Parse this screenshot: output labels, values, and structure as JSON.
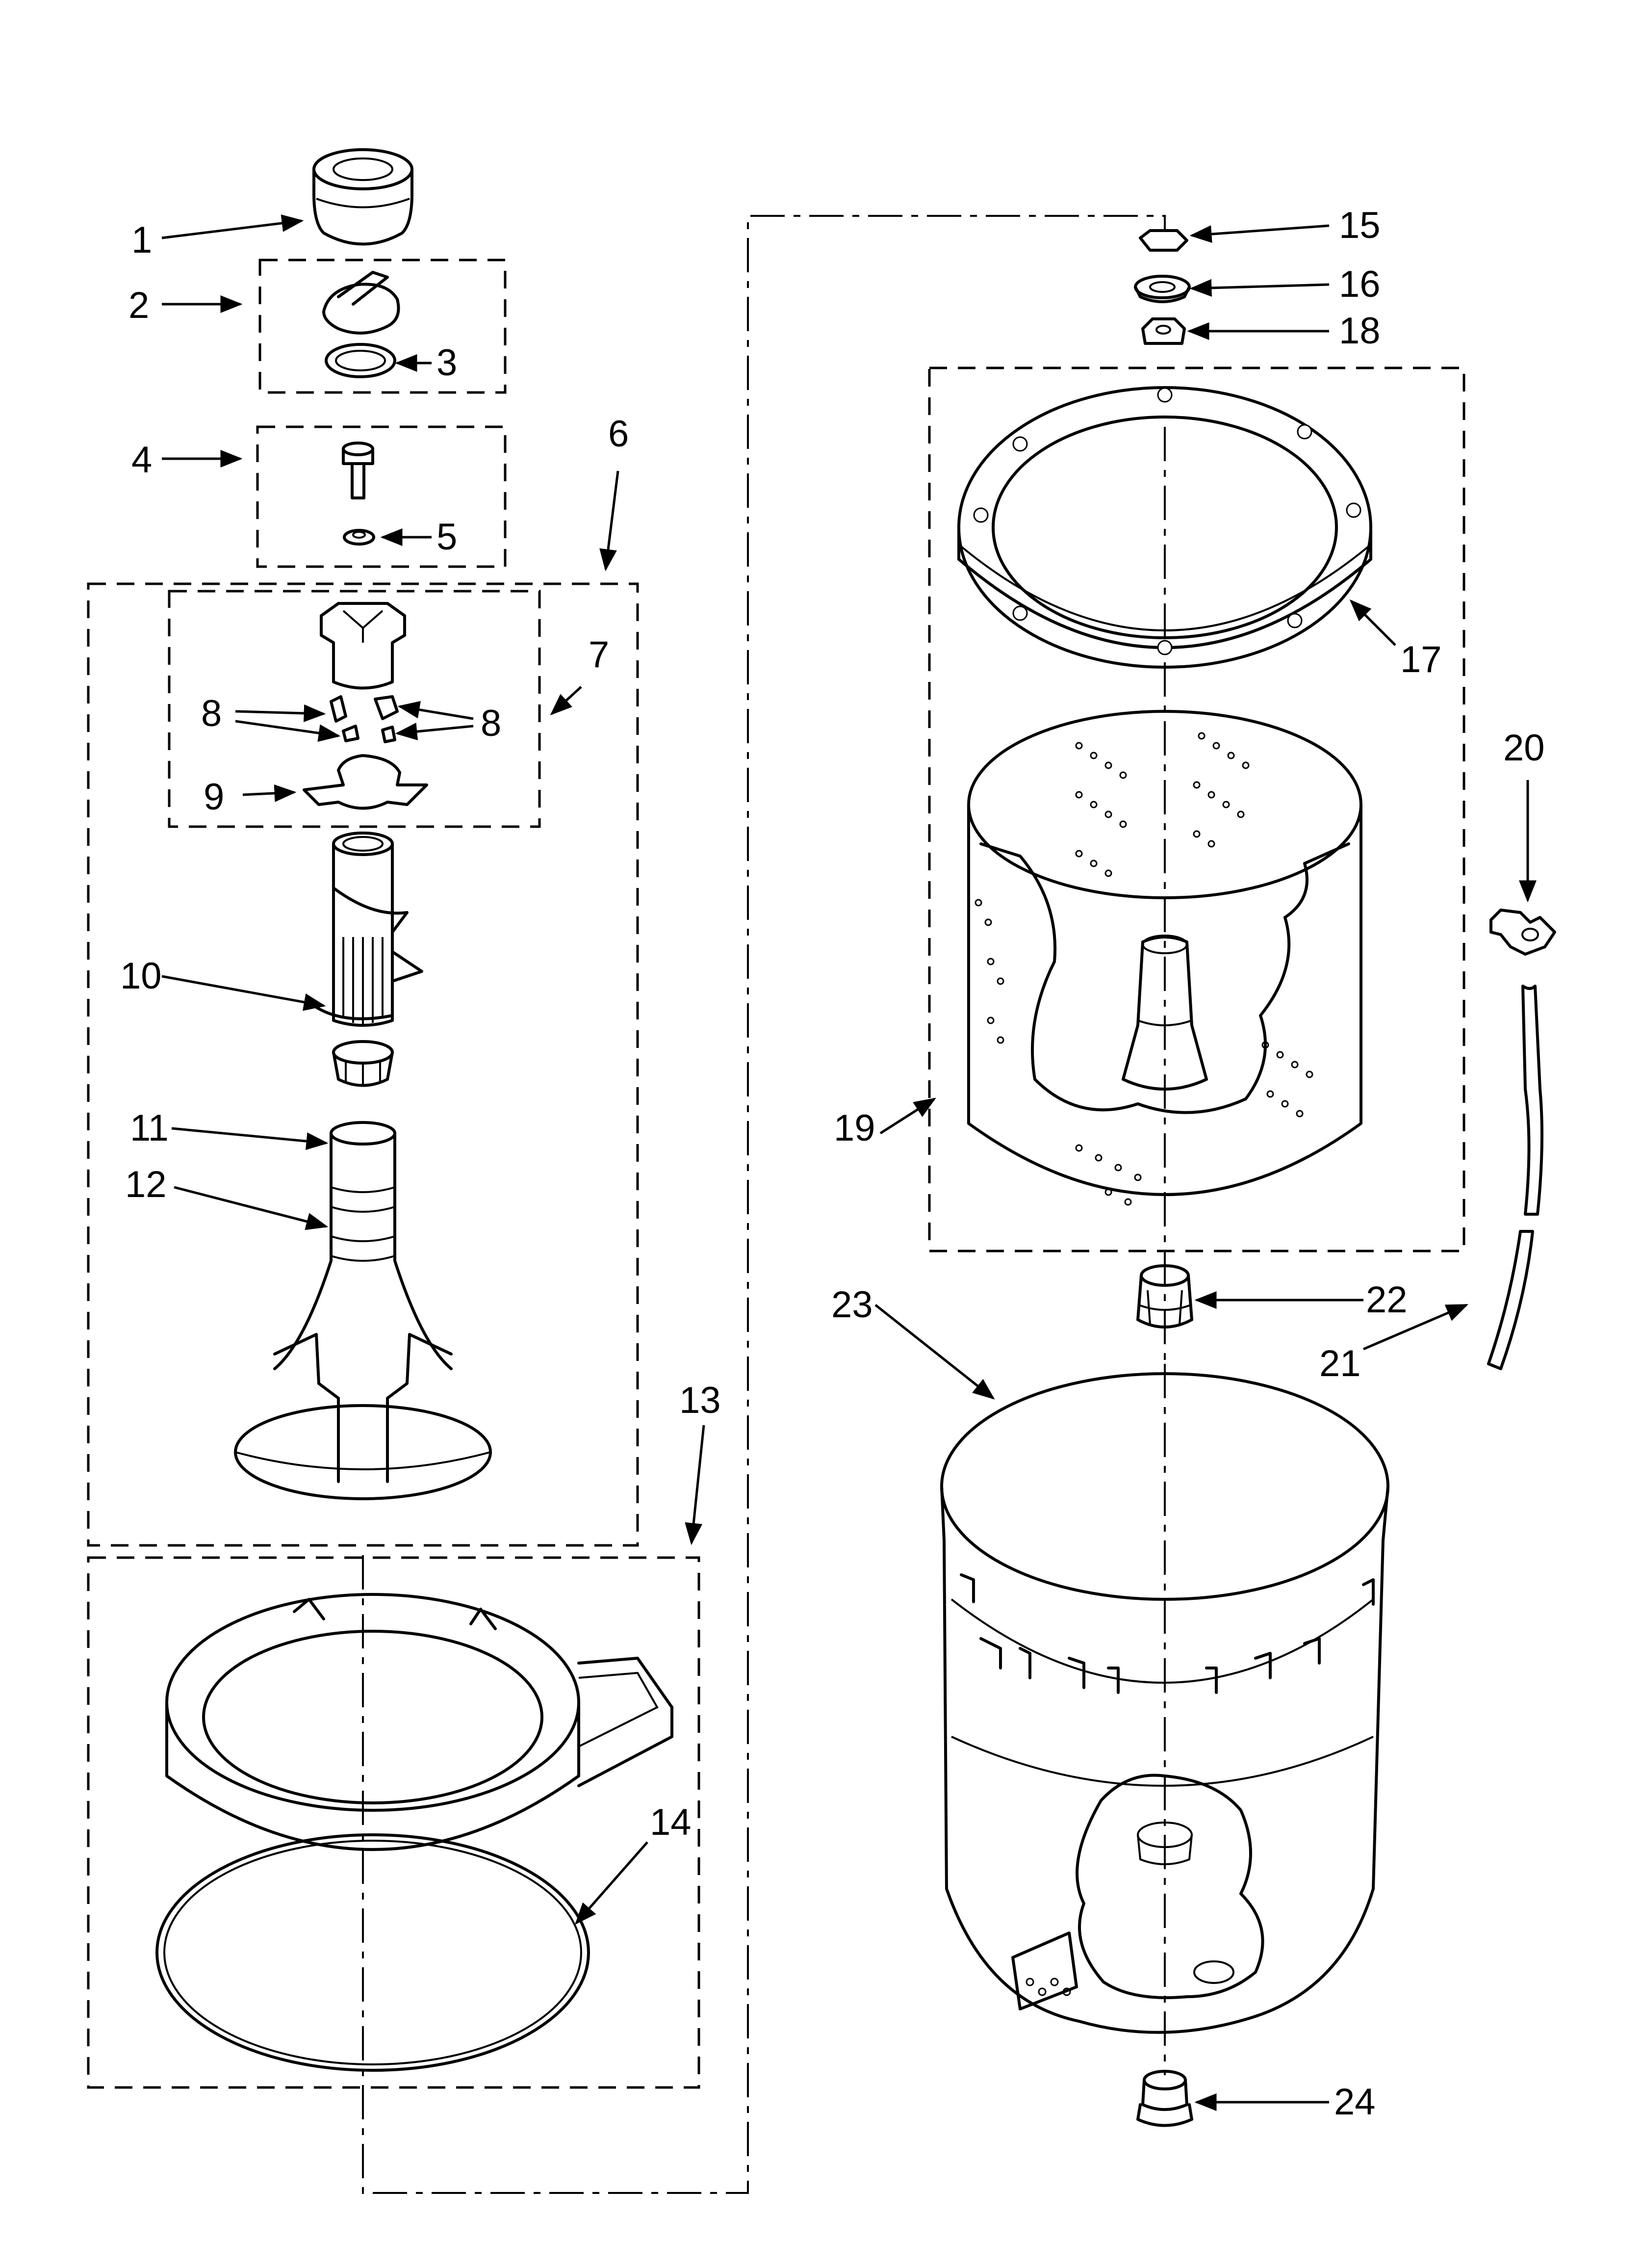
{
  "diagram": {
    "callouts": [
      {
        "id": "c1",
        "text": "1"
      },
      {
        "id": "c2",
        "text": "2"
      },
      {
        "id": "c3",
        "text": "3"
      },
      {
        "id": "c4",
        "text": "4"
      },
      {
        "id": "c5",
        "text": "5"
      },
      {
        "id": "c6",
        "text": "6"
      },
      {
        "id": "c7",
        "text": "7"
      },
      {
        "id": "c8a",
        "text": "8"
      },
      {
        "id": "c8b",
        "text": "8"
      },
      {
        "id": "c9",
        "text": "9"
      },
      {
        "id": "c10",
        "text": "10"
      },
      {
        "id": "c11",
        "text": "11"
      },
      {
        "id": "c12",
        "text": "12"
      },
      {
        "id": "c13",
        "text": "13"
      },
      {
        "id": "c14",
        "text": "14"
      },
      {
        "id": "c15",
        "text": "15"
      },
      {
        "id": "c16",
        "text": "16"
      },
      {
        "id": "c17",
        "text": "17"
      },
      {
        "id": "c18",
        "text": "18"
      },
      {
        "id": "c19",
        "text": "19"
      },
      {
        "id": "c20",
        "text": "20"
      },
      {
        "id": "c21",
        "text": "21"
      },
      {
        "id": "c22",
        "text": "22"
      },
      {
        "id": "c23",
        "text": "23"
      },
      {
        "id": "c24",
        "text": "24"
      }
    ]
  }
}
